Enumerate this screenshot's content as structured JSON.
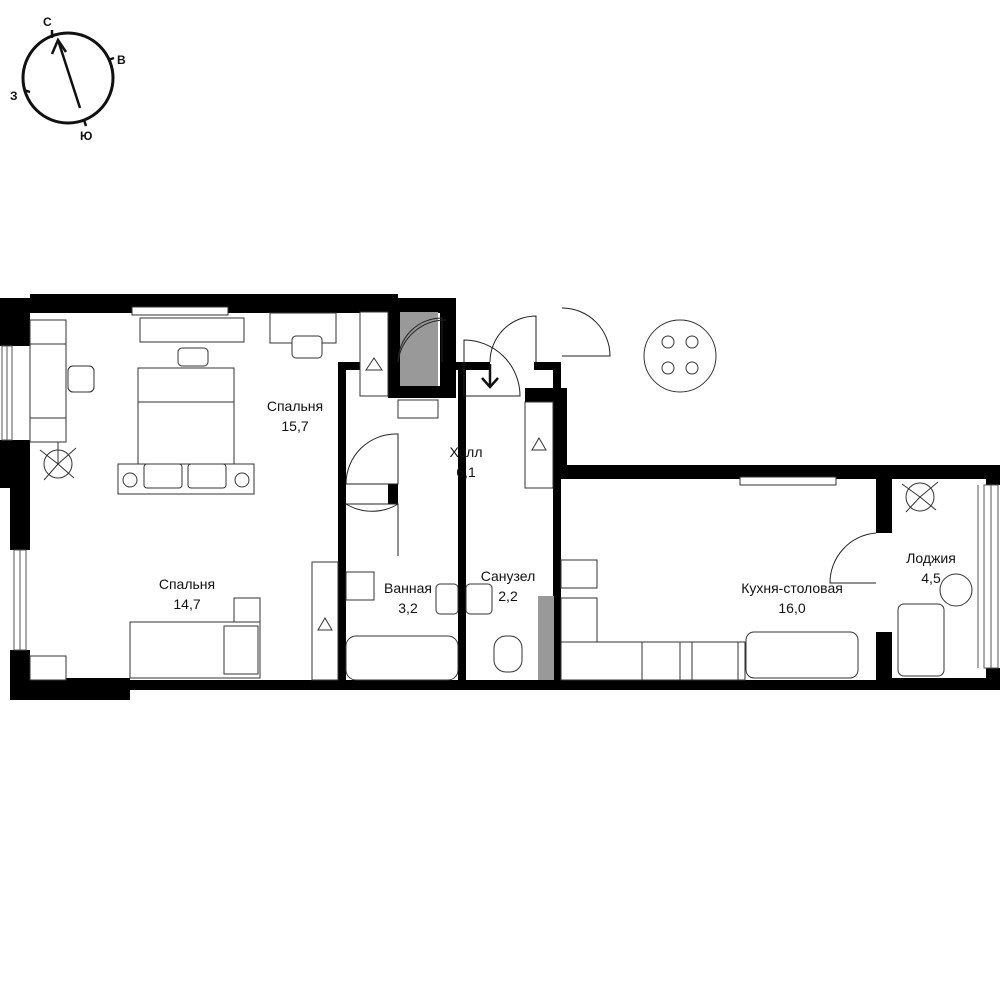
{
  "compass": {
    "north": "С",
    "east": "В",
    "south": "Ю",
    "west": "З"
  },
  "rooms": [
    {
      "id": "bedroom1",
      "name": "Спальня",
      "area": "15,7"
    },
    {
      "id": "bedroom2",
      "name": "Спальня",
      "area": "14,7"
    },
    {
      "id": "hall",
      "name": "Холл",
      "area": "6,1"
    },
    {
      "id": "bathroom",
      "name": "Ванная",
      "area": "3,2"
    },
    {
      "id": "wc",
      "name": "Санузел",
      "area": "2,2"
    },
    {
      "id": "kitchen",
      "name": "Кухня-столовая",
      "area": "16,0"
    },
    {
      "id": "loggia",
      "name": "Лоджия",
      "area": "4,5"
    }
  ],
  "icons": [
    "compass-icon",
    "entrance-arrow-icon",
    "bed-icon",
    "desk-icon",
    "chair-icon",
    "plant-icon",
    "wardrobe-icon",
    "hanger-icon",
    "shoe-rack-icon",
    "bathtub-icon",
    "sink-icon",
    "toilet-icon",
    "washing-machine-icon",
    "dining-table-icon",
    "stove-icon",
    "fridge-icon",
    "sofa-icon",
    "armchair-icon",
    "tv-icon"
  ]
}
